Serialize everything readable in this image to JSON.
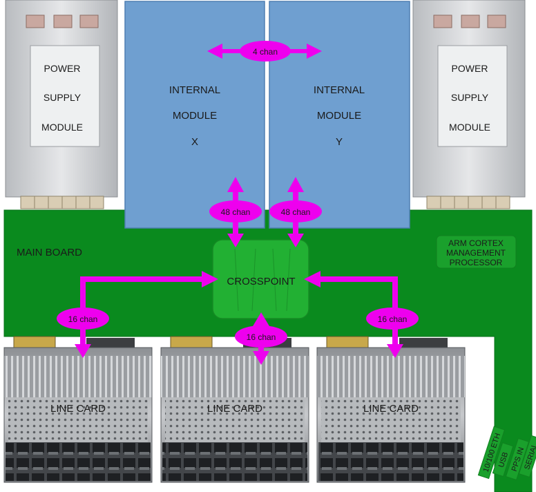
{
  "power_left": {
    "line1": "POWER",
    "line2": "SUPPLY",
    "line3": "MODULE"
  },
  "power_right": {
    "line1": "POWER",
    "line2": "SUPPLY",
    "line3": "MODULE"
  },
  "module_x": {
    "line1": "INTERNAL",
    "line2": "MODULE",
    "line3": "X"
  },
  "module_y": {
    "line1": "INTERNAL",
    "line2": "MODULE",
    "line3": "Y"
  },
  "link_xy": "4 chan",
  "link_x_cross": "48 chan",
  "link_y_cross": "48 chan",
  "main_board": "MAIN BOARD",
  "arm": {
    "line1": "ARM CORTEX",
    "line2": "MANAGEMENT",
    "line3": "PROCESSOR"
  },
  "crosspoint": "CROSSPOINT",
  "link_left": "16 chan",
  "link_center": "16 chan",
  "link_right": "16 chan",
  "line_cards": [
    "LINE CARD",
    "LINE CARD",
    "LINE CARD"
  ],
  "connectors": [
    "10/100 ETH",
    "USB",
    "PPS IN",
    "SERIAL"
  ],
  "colors": {
    "board_green": "#0a8a1e",
    "module_blue": "#6f9fd0",
    "arrow_magenta": "#ee00ee",
    "crosspoint_green": "#22b033",
    "arm_green": "#1aa02c"
  }
}
